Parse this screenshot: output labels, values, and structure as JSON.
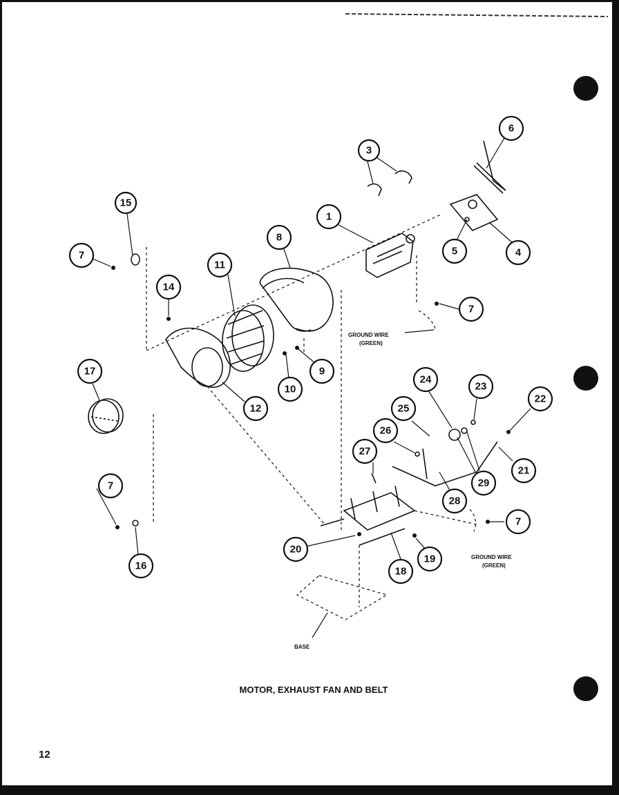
{
  "title": "MOTOR, EXHAUST FAN AND BELT",
  "page_number": "12",
  "labels": {
    "ground_wire_upper": "GROUND WIRE",
    "ground_wire_upper_sub": "(GREEN)",
    "ground_wire_lower": "GROUND WIRE",
    "ground_wire_lower_sub": "(GREEN)",
    "base": "BASE"
  },
  "callouts": [
    {
      "id": "c1",
      "number": "1"
    },
    {
      "id": "c3",
      "number": "3"
    },
    {
      "id": "c4",
      "number": "4"
    },
    {
      "id": "c5",
      "number": "5"
    },
    {
      "id": "c6",
      "number": "6"
    },
    {
      "id": "c7a",
      "number": "7"
    },
    {
      "id": "c7b",
      "number": "7"
    },
    {
      "id": "c7c",
      "number": "7"
    },
    {
      "id": "c7d",
      "number": "7"
    },
    {
      "id": "c8",
      "number": "8"
    },
    {
      "id": "c9",
      "number": "9"
    },
    {
      "id": "c10",
      "number": "10"
    },
    {
      "id": "c11",
      "number": "11"
    },
    {
      "id": "c12",
      "number": "12"
    },
    {
      "id": "c14",
      "number": "14"
    },
    {
      "id": "c15",
      "number": "15"
    },
    {
      "id": "c16",
      "number": "16"
    },
    {
      "id": "c17",
      "number": "17"
    },
    {
      "id": "c18",
      "number": "18"
    },
    {
      "id": "c19",
      "number": "19"
    },
    {
      "id": "c20",
      "number": "20"
    },
    {
      "id": "c21",
      "number": "21"
    },
    {
      "id": "c22",
      "number": "22"
    },
    {
      "id": "c23",
      "number": "23"
    },
    {
      "id": "c24",
      "number": "24"
    },
    {
      "id": "c25",
      "number": "25"
    },
    {
      "id": "c26",
      "number": "26"
    },
    {
      "id": "c27",
      "number": "27"
    },
    {
      "id": "c28",
      "number": "28"
    },
    {
      "id": "c29",
      "number": "29"
    }
  ]
}
